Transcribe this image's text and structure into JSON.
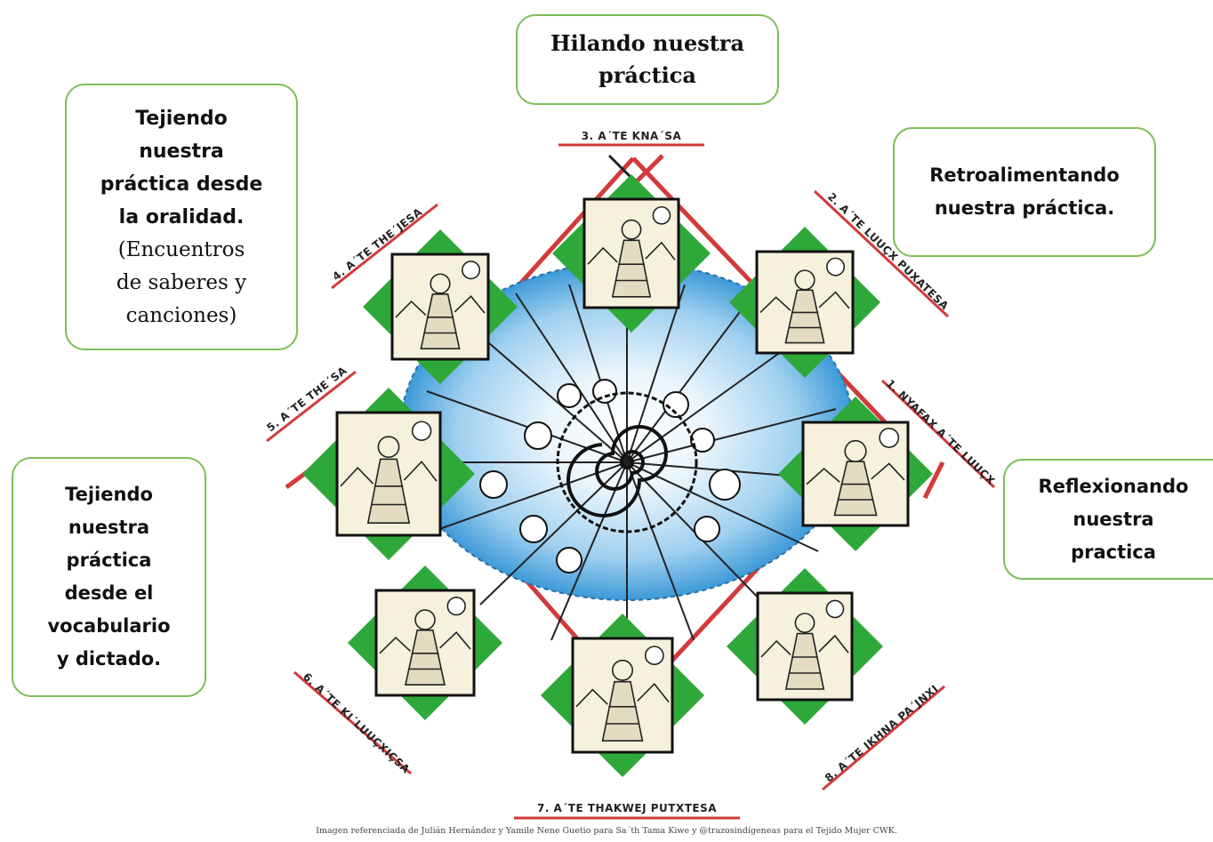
{
  "boxes": {
    "hilando": "Hilando nuestra\npráctica",
    "tejiendo_oralidad": "Tejiendo\nnuestra\npráctica desde\nla oralidad.",
    "tejiendo_oralidad_paren": "(Encuentros\nde saberes y\ncanciones)",
    "retroalimentando": "Retroalimentando\nnuestra práctica.",
    "reflexionando": "Reflexionando\nnuestra\npractica",
    "vocabulario": "Tejiendo\nnuestra\npráctica\ndesde el\nvocabulario\ny dictado."
  },
  "stages": [
    {
      "id": "1",
      "label": "1. NYAFAX A´TE LUUÇX"
    },
    {
      "id": "2",
      "label": "2. A´TE LUUÇX PUXATESA"
    },
    {
      "id": "3",
      "label": "3. A´TE KNA´SA"
    },
    {
      "id": "4",
      "label": "4. A´TE THE´JESA"
    },
    {
      "id": "5",
      "label": "5. A´TE THE´SA"
    },
    {
      "id": "6",
      "label": "6. A´TE KI´LUUÇXIÇSA"
    },
    {
      "id": "7",
      "label": "7. A´TE  THAKWEJ  PUTXTESA"
    },
    {
      "id": "8",
      "label": "8. A´TE IKHNA PA´JNXI"
    }
  ],
  "caption": "Imagen referenciada de Julián Hernández y Yamile Nene Guetio para Sa´th Tama Kiwe y @trazosindígeneas para el Tejido Mujer CWK.",
  "colors": {
    "box_border": "#7cbf5a",
    "diamond_green": "#2fa83a",
    "line_red": "#d33a3a",
    "circle_blue": "#4aa6de"
  }
}
